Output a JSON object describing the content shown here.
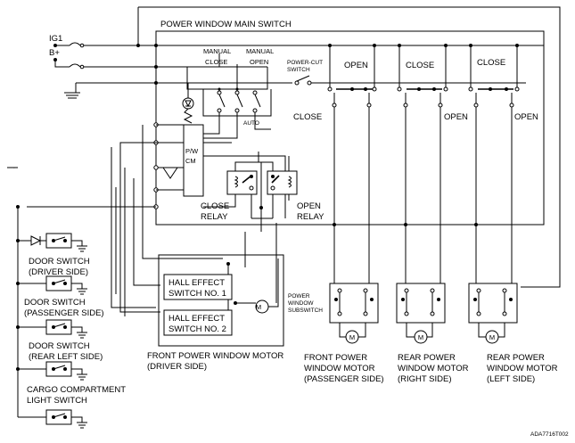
{
  "labels": {
    "main_switch": "POWER WINDOW MAIN SWITCH",
    "ig1": "IG1",
    "bplus": "B+",
    "manual_close": [
      "MANUAL",
      "CLOSE"
    ],
    "manual_open": [
      "MANUAL",
      "OPEN"
    ],
    "power_cut": [
      "POWER-CUT",
      "SWITCH"
    ],
    "auto": "AUTO",
    "pwcm": [
      "P/W",
      "CM"
    ],
    "close_relay": [
      "CLOSE",
      "RELAY"
    ],
    "open_relay": [
      "OPEN",
      "RELAY"
    ],
    "open": "OPEN",
    "close": "CLOSE",
    "hall1": [
      "HALL EFFECT",
      "SWITCH NO. 1"
    ],
    "hall2": [
      "HALL EFFECT",
      "SWITCH NO. 2"
    ],
    "subswitch": [
      "POWER",
      "WINDOW",
      "SUBSWITCH"
    ],
    "door_driver": [
      "DOOR SWITCH",
      "(DRIVER SIDE)"
    ],
    "door_passenger": [
      "DOOR SWITCH",
      "(PASSENGER SIDE)"
    ],
    "door_rear_left": [
      "DOOR SWITCH",
      "(REAR LEFT SIDE)"
    ],
    "cargo": [
      "CARGO COMPARTMENT",
      "LIGHT SWITCH"
    ],
    "motor_driver": [
      "FRONT POWER WINDOW MOTOR",
      "(DRIVER SIDE)"
    ],
    "motor_passenger": [
      "FRONT POWER",
      "WINDOW MOTOR",
      "(PASSENGER SIDE)"
    ],
    "motor_right": [
      "REAR POWER",
      "WINDOW MOTOR",
      "(RIGHT SIDE)"
    ],
    "motor_left": [
      "REAR POWER",
      "WINDOW MOTOR",
      "(LEFT SIDE)"
    ],
    "motor_symbol": "M",
    "figure_code": "ADA7716T002"
  }
}
